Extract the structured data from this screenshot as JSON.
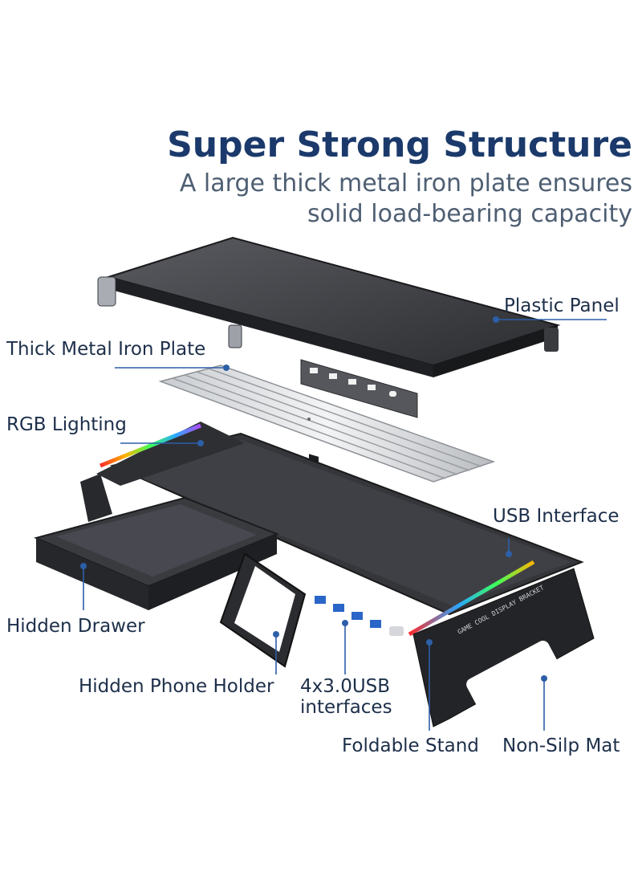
{
  "headline": {
    "title": "Super Strong Structure",
    "subtitle_line1": "A large thick metal iron plate ensures",
    "subtitle_line2": "solid load-bearing capacity"
  },
  "callouts": {
    "plastic_panel": "Plastic Panel",
    "metal_plate": "Thick Metal Iron Plate",
    "rgb_lighting": "RGB Lighting",
    "usb_interface": "USB Interface",
    "hidden_drawer": "Hidden Drawer",
    "phone_holder": "Hidden Phone Holder",
    "usb_ports_line1": "4x3.0USB",
    "usb_ports_line2": "interfaces",
    "foldable_stand": "Foldable Stand",
    "non_slip_mat": "Non-Silp Mat"
  },
  "product": {
    "side_print": "GAME COOL DISPLAY BRACKET"
  },
  "colors": {
    "title": "#1b3a6b",
    "subtitle": "#4e5f73",
    "callout_line": "#2d5fa8",
    "product_body": "#2b2c30",
    "rgb": [
      "#ff2a2a",
      "#ffb400",
      "#3cff5a",
      "#2aa8ff",
      "#b44cff"
    ]
  }
}
